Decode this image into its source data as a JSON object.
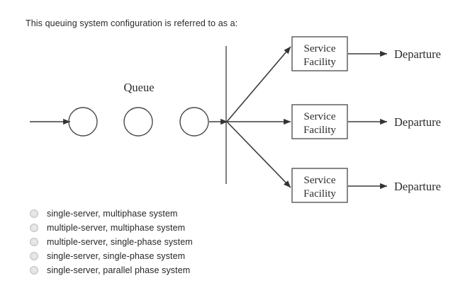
{
  "question": {
    "prompt": "This queuing system configuration is referred to as a:"
  },
  "diagram": {
    "queue_label": "Queue",
    "service_facility_line1": "Service",
    "service_facility_line2": "Facility",
    "departure_label": "Departure",
    "facilities": [
      {
        "line1": "Service",
        "line2": "Facility",
        "departure": "Departure"
      },
      {
        "line1": "Service",
        "line2": "Facility",
        "departure": "Departure"
      },
      {
        "line1": "Service",
        "line2": "Facility",
        "departure": "Departure"
      }
    ],
    "colors": {
      "line": "#3c3c3c",
      "box_border": "#555555",
      "circle_border": "#4a4a4a",
      "text": "#2b2b2b"
    }
  },
  "options": [
    {
      "label": "single-server, multiphase system",
      "selected": false
    },
    {
      "label": "multiple-server, multiphase system",
      "selected": false
    },
    {
      "label": "multiple-server, single-phase system",
      "selected": false
    },
    {
      "label": "single-server, single-phase system",
      "selected": false
    },
    {
      "label": "single-server, parallel phase system",
      "selected": false
    }
  ]
}
